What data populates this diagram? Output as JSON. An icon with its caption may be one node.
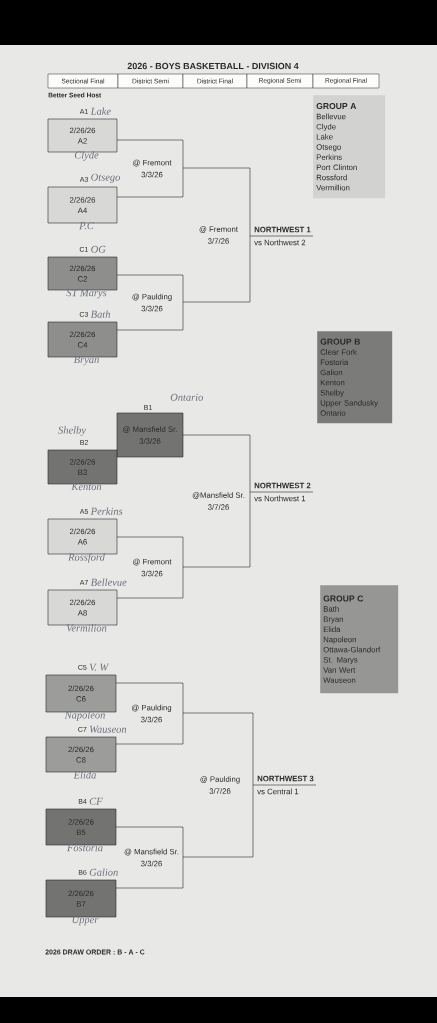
{
  "diagram": {
    "title": "2026 - BOYS BASKETBALL - DIVISION 4",
    "nodes": [
      {
        "text": [
          "2/26/26",
          "A2"
        ],
        "beside": [
          "A1",
          "Lake",
          "Clyde"
        ]
      },
      {
        "text": [
          "2/26/26",
          "A4"
        ],
        "beside": [
          "A3",
          "Otsego",
          "P.C"
        ]
      },
      {
        "text": [
          "@ Fremont",
          "3/3/26"
        ]
      },
      {
        "text": [
          "2/26/26",
          "C2"
        ],
        "beside": [
          "C1",
          "OG",
          "ST Marys"
        ]
      },
      {
        "text": [
          "2/26/26",
          "C4"
        ],
        "beside": [
          "C3",
          "Bath",
          "Bryan"
        ]
      },
      {
        "text": [
          "@ Paulding",
          "3/3/26"
        ]
      },
      {
        "text": [
          "@ Fremont",
          "3/7/26"
        ]
      },
      {
        "text": [
          "NORTHWEST 1",
          "vs Northwest 2"
        ]
      },
      {
        "text": [
          "@ Mansfield Sr.",
          "3/3/26"
        ],
        "beside": [
          "B1",
          "Ontario"
        ]
      },
      {
        "text": [
          "2/26/26",
          "B3"
        ],
        "beside": [
          "B2",
          "Shelby",
          "Kenton"
        ]
      },
      {
        "text": [
          "2/26/26",
          "A6"
        ],
        "beside": [
          "A5",
          "Perkins",
          "Rossford"
        ]
      },
      {
        "text": [
          "2/26/26",
          "A8"
        ],
        "beside": [
          "A7",
          "Bellevue",
          "Vermilion"
        ]
      },
      {
        "text": [
          "@ Fremont",
          "3/3/26"
        ]
      },
      {
        "text": [
          "@Mansfield Sr.",
          "3/7/26"
        ]
      },
      {
        "text": [
          "NORTHWEST 2",
          "vs Northwest 1"
        ]
      },
      {
        "text": [
          "2/26/26",
          "C6"
        ],
        "beside": [
          "C5",
          "V. W",
          "Napoleon"
        ]
      },
      {
        "text": [
          "2/26/26",
          "C8"
        ],
        "beside": [
          "C7",
          "Wauseon",
          "Elida"
        ]
      },
      {
        "text": [
          "@ Paulding",
          "3/3/26"
        ]
      },
      {
        "text": [
          "2/26/26",
          "B5"
        ],
        "beside": [
          "B4",
          "CF",
          "Fostoria"
        ]
      },
      {
        "text": [
          "2/26/26",
          "B7"
        ],
        "beside": [
          "B6",
          "Galion",
          "Upper"
        ]
      },
      {
        "text": [
          "@ Mansfield Sr.",
          "3/3/26"
        ]
      },
      {
        "text": [
          "@ Paulding",
          "3/7/26"
        ]
      },
      {
        "text": [
          "NORTHWEST 3",
          "vs Central 1"
        ]
      },
      {
        "text": [
          "GROUP A",
          "Bellevue",
          "Clyde",
          "Lake",
          "Otsego",
          "Perkins",
          "Port Clinton",
          "Rossford",
          "Vermillion"
        ]
      },
      {
        "text": [
          "GROUP B",
          "Clear Fork",
          "Fostoria",
          "Galion",
          "Kenton",
          "Shelby",
          "Upper Sandusky",
          "Ontario"
        ]
      },
      {
        "text": [
          "GROUP C",
          "Bath",
          "Bryan",
          "Elida",
          "Napoleon",
          "Ottawa-Glandorf",
          "St. Marys",
          "Van Wert",
          "Wauseon"
        ]
      }
    ],
    "labels": [
      "Sectional Final",
      "District Semi",
      "District Final",
      "Regional Semi",
      "Regional Final",
      "Better Seed Host",
      "2026 DRAW ORDER : B - A - C"
    ]
  }
}
